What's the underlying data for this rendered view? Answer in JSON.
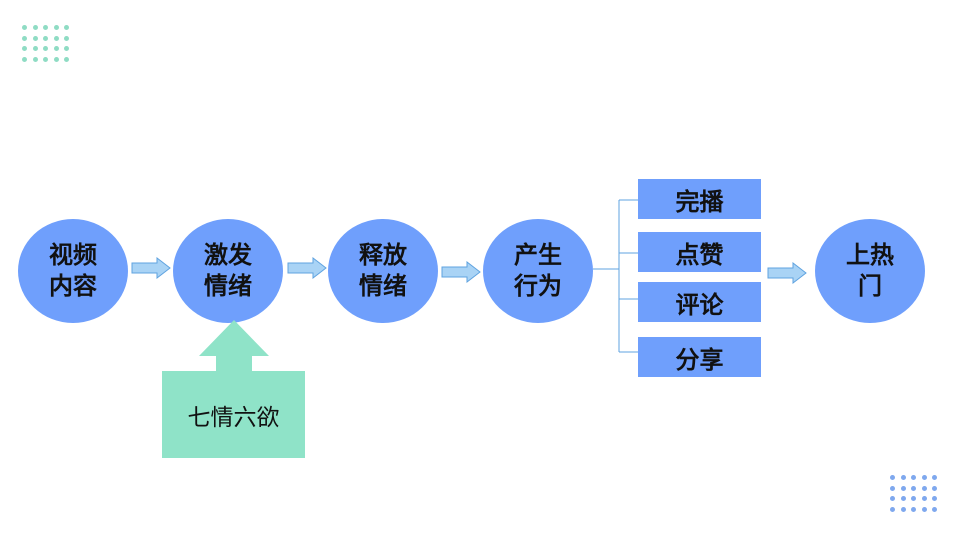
{
  "nodes": {
    "video_content": "视频内容",
    "trigger_emotion": "激发情绪",
    "release_emotion": "释放情绪",
    "generate_behavior": "产生行为",
    "trending": "上热门"
  },
  "actions": [
    "完播",
    "点赞",
    "评论",
    "分享"
  ],
  "emotion_source": "七情六欲",
  "colors": {
    "node_fill": "#6f9ffc",
    "emotion_fill": "#8fe3c8",
    "arrow_fill": "#a9d3f5",
    "arrow_stroke": "#5fa3e0",
    "connector": "#5fa3e0"
  }
}
